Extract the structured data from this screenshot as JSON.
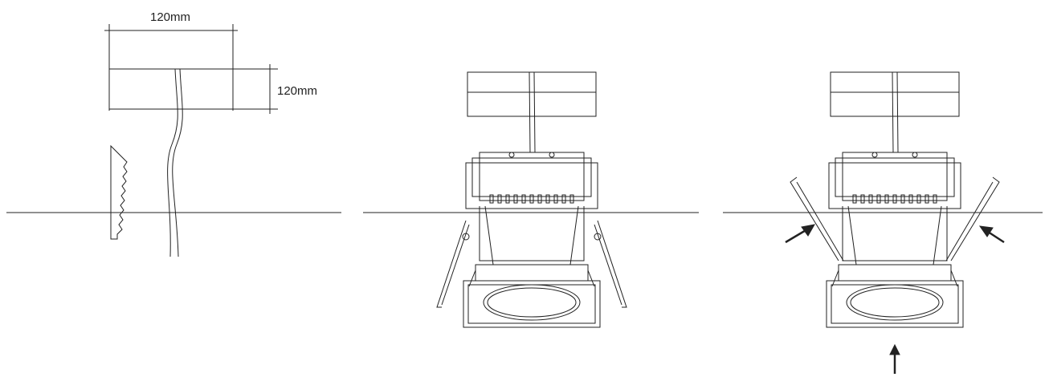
{
  "panels": [
    {
      "id": "cutout",
      "dimensions": {
        "width_label": "120mm",
        "height_label": "120mm"
      }
    },
    {
      "id": "insert"
    },
    {
      "id": "installed"
    }
  ],
  "colors": {
    "line": "#222222",
    "background": "#ffffff"
  }
}
